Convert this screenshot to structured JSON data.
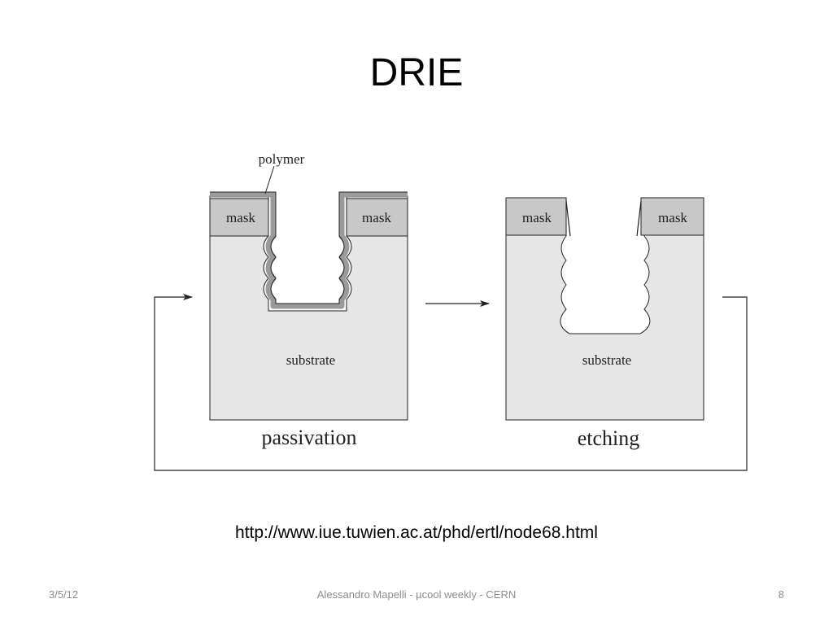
{
  "slide": {
    "title": "DRIE",
    "source_url": "http://www.iue.tuwien.ac.at/phd/ertl/node68.html"
  },
  "diagram": {
    "labels": {
      "polymer": "polymer",
      "mask": "mask",
      "substrate": "substrate",
      "passivation": "passivation",
      "etching": "etching"
    },
    "colors": {
      "substrate": "#e6e6e6",
      "mask": "#c8c8c8",
      "polymer": "#9a9a9a",
      "outline": "#222222"
    }
  },
  "footer": {
    "date": "3/5/12",
    "author": "Alessandro Mapelli - µcool weekly - CERN",
    "page": "8"
  }
}
